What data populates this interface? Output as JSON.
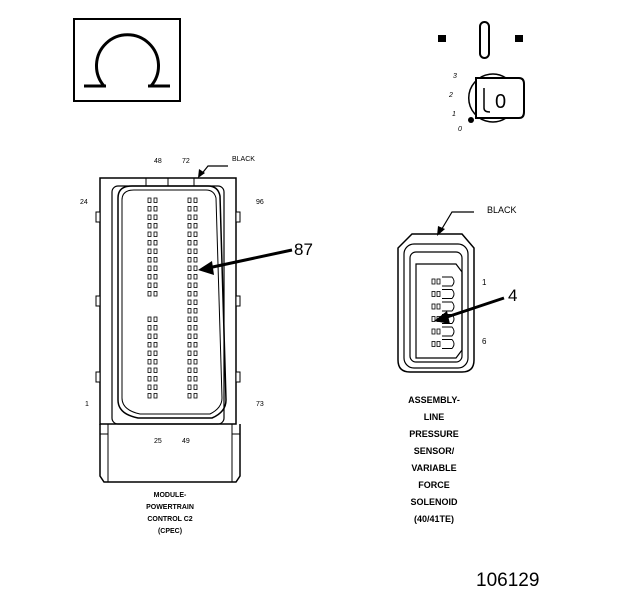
{
  "omega_symbol": "Ω",
  "ignition": {
    "positions": [
      "3",
      "2",
      "1",
      "0"
    ],
    "key_label": "0"
  },
  "pcm_connector": {
    "pin_top_left": "48",
    "pin_top_right": "72",
    "color_label": "BLACK",
    "pin_left": "24",
    "pin_right": "96",
    "pin_bottom_left_corner": "1",
    "pin_bottom_right_corner": "73",
    "pin_bottom_a": "25",
    "pin_bottom_b": "49",
    "callout": "87",
    "caption": [
      "MODULE-",
      "POWERTRAIN",
      "CONTROL C2",
      "(CPEC)"
    ]
  },
  "sensor_connector": {
    "color_label": "BLACK",
    "pin_1": "1",
    "pin_6": "6",
    "callout": "4",
    "caption": [
      "ASSEMBLY-",
      "LINE",
      "PRESSURE",
      "SENSOR/",
      "VARIABLE",
      "FORCE",
      "SOLENOID",
      "(40/41TE)"
    ]
  },
  "figure_number": "106129"
}
